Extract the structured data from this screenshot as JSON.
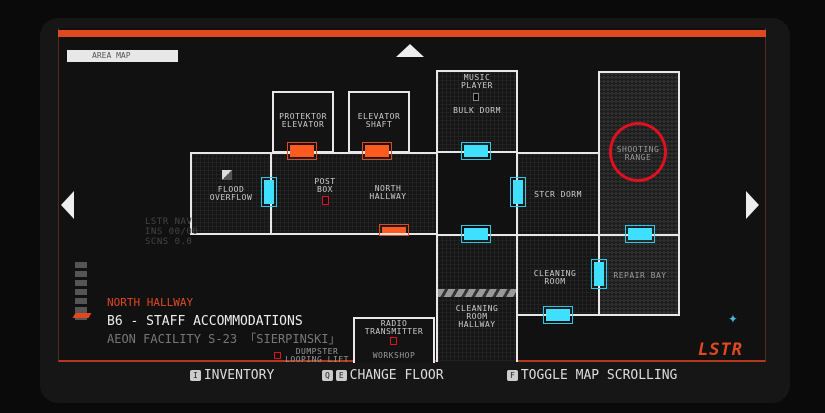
{
  "header": {
    "title": "AREA MAP"
  },
  "rooms": {
    "protektor_elevator": "PROTEKTOR\nELEVATOR",
    "elevator_shaft": "ELEVATOR\nSHAFT",
    "flood_overflow": "FLOOD\nOVERFLOW",
    "post_box": "POST\nBOX",
    "north_hallway": "NORTH\nHALLWAY",
    "music_player": "MUSIC\nPLAYER",
    "bulk_dorm": "BULK DORM",
    "stcr_dorm": "STCR DORM",
    "shooting_range": "SHOOTING\nRANGE",
    "cleaning_room": "CLEANING\nROOM",
    "repair_bay": "REPAIR BAY",
    "cleaning_room_hallway": "CLEANING\nROOM\nHALLWAY",
    "radio_transmitter": "RADIO\nTRANSMITTER",
    "workshop": "WORKSHOP",
    "dumpster_looping_lift": "DUMPSTER\nLOOPING LIFT"
  },
  "side_text": "LSTR NAV\nINS 00/00\nSCNS 0.0",
  "location": {
    "room": "NORTH HALLWAY",
    "floor": "B6 - STAFF ACCOMMODATIONS",
    "facility": "AEON FACILITY S-23 「SIERPINSKI」"
  },
  "controls": [
    {
      "keys": [
        "I"
      ],
      "label": "INVENTORY"
    },
    {
      "keys": [
        "Q",
        "E"
      ],
      "label": "CHANGE FLOOR"
    },
    {
      "keys": [
        "F"
      ],
      "label": "TOGGLE MAP SCROLLING"
    }
  ],
  "logo": "LSTR",
  "colors": {
    "accent": "#e0481f",
    "door_open": "#3fe0ff",
    "highlight": "#e01020"
  }
}
